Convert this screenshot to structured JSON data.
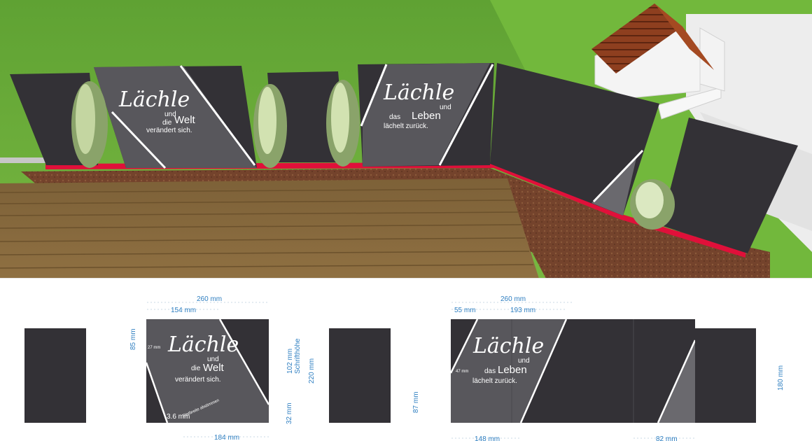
{
  "scene": {
    "panel_a": {
      "script": "Lächle",
      "small": "und",
      "line2_small": "die",
      "line2_big": "Welt",
      "line3": "verändert sich."
    },
    "panel_b": {
      "script": "Lächle",
      "small": "und",
      "line2_small": "das",
      "line2_big": "Leben",
      "line3": "lächelt zurück."
    }
  },
  "plan": {
    "left": {
      "script": "Lächle",
      "small": "und",
      "line2_small": "die",
      "line2_big": "Welt",
      "line3": "verändert sich.",
      "dims": {
        "width_total": "260 mm",
        "width_upper": "154 mm",
        "height_left": "85 mm",
        "letter_h": "27 mm",
        "font_height": "102 mm",
        "font_height_label": "Schrifthöhe",
        "height_total": "220 mm",
        "bottom_right": "32 mm",
        "strip": "3.6 mm",
        "strip_label": "Ristbreite abstimmen",
        "width_bottom": "184 mm"
      }
    },
    "right": {
      "script": "Lächle",
      "small": "und",
      "line2_small": "das",
      "line2_big": "Leben",
      "line3": "lächelt zurück.",
      "dims": {
        "width_total": "260 mm",
        "width_left": "55 mm",
        "width_mid": "193 mm",
        "letter_h": "47 mm",
        "height_mid": "87 mm",
        "height_right": "180 mm",
        "width_bottom_left": "148 mm",
        "width_bottom_right": "82 mm"
      }
    }
  },
  "colors": {
    "panel_dark": "#333136",
    "panel_gray": "#58575c",
    "grass": "#6fb53a",
    "mulch": "#7a4a30",
    "deck": "#8a6a3c",
    "red_base": "#e0103a",
    "dimension": "#2f7fc1"
  }
}
